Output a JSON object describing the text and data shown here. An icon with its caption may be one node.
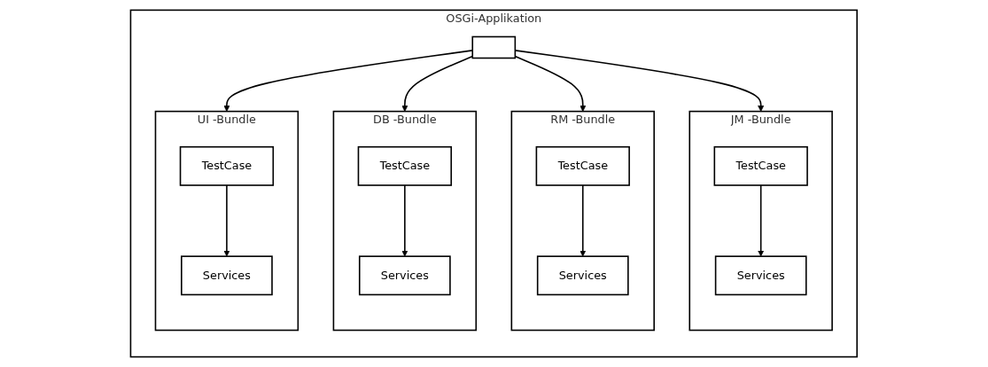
{
  "diagram": {
    "nodes": [
      {
        "text": [
          "OSGi-Applikation"
        ]
      },
      {
        "text": [
          "DB -Bundle"
        ],
        "in": 0
      },
      {
        "text": [
          "TestCase"
        ],
        "in": 1
      },
      {
        "text": [
          "Services"
        ],
        "in": 1
      },
      {
        "text": [
          "RM -Bundle"
        ],
        "in": 0
      },
      {
        "text": [
          "TestCase"
        ],
        "in": 4
      },
      {
        "text": [
          "Services"
        ],
        "in": 4
      },
      {
        "text": [
          "JM -Bundle"
        ],
        "in": 0
      },
      {
        "text": [
          "TestCase"
        ],
        "in": 7
      },
      {
        "text": [
          "Services"
        ],
        "in": 7
      },
      {
        "text": [
          "UI -Bundle"
        ],
        "in": 0
      },
      {
        "text": [
          "TestCase"
        ],
        "in": 10
      },
      {
        "text": [
          "Services"
        ],
        "in": 10
      },
      {
        "text": [],
        "shape": "box",
        "in": 0
      }
    ],
    "edges": [
      {
        "from": 13,
        "to": 1,
        "arrow": "to"
      },
      {
        "from": 13,
        "to": 4,
        "arrow": "to"
      },
      {
        "from": 13,
        "to": 7,
        "arrow": "to"
      },
      {
        "from": 13,
        "to": 10,
        "arrow": "to"
      },
      {
        "from": 2,
        "to": 3,
        "arrow": "to"
      },
      {
        "from": 5,
        "to": 6,
        "arrow": "to"
      },
      {
        "from": 8,
        "to": 9,
        "arrow": "to"
      },
      {
        "from": 11,
        "to": 12,
        "arrow": "to"
      }
    ]
  }
}
